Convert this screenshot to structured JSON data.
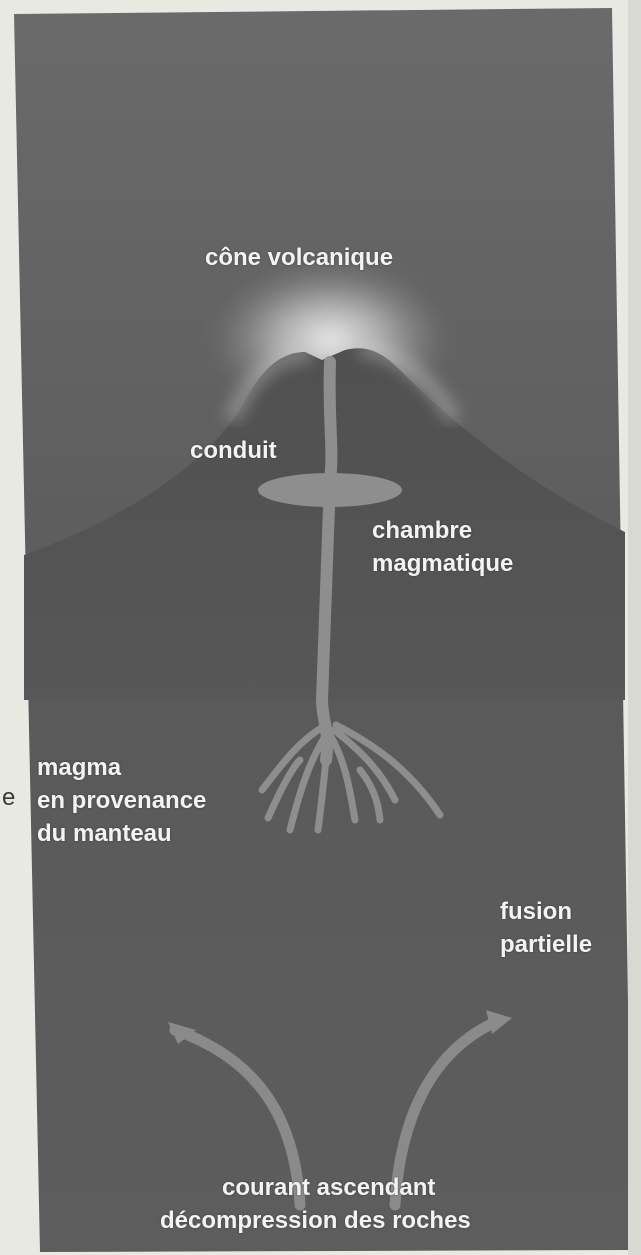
{
  "diagram": {
    "labels": {
      "cone": "cône volcanique",
      "conduit": "conduit",
      "chamber_line1": "chambre",
      "chamber_line2": "magmatique",
      "magma_line1": "magma",
      "magma_line2": "en provenance",
      "magma_line3": "du manteau",
      "fusion_line1": "fusion",
      "fusion_line2": "partielle",
      "current_line1": "courant ascendant",
      "current_line2": "décompression des roches"
    },
    "stray_letter": "e",
    "colors": {
      "panel": "#5f5f5f",
      "cone": "#4d4d4d",
      "glow": "#f2f2f2",
      "magma": "#8e8e8e",
      "label": "#f3f3f3",
      "page": "#e9e9e4"
    }
  }
}
